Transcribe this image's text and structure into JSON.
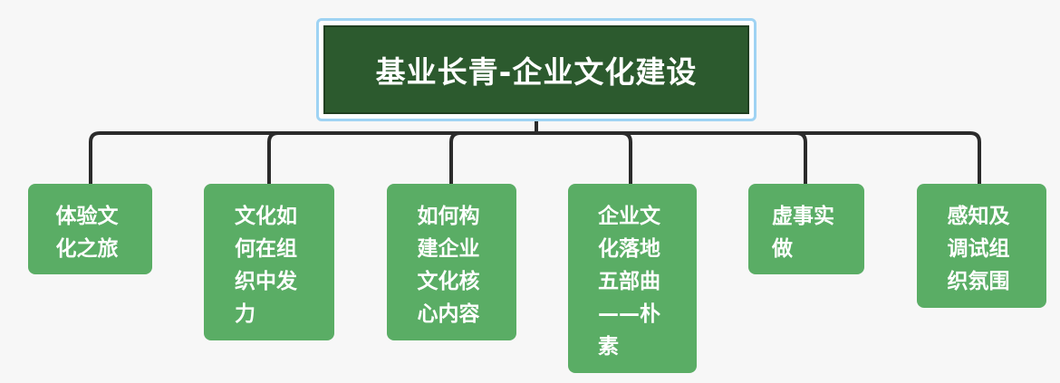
{
  "root": {
    "title": "基业长青-企业文化建设"
  },
  "children": [
    {
      "label": "体验文化之旅"
    },
    {
      "label": "文化如何在组织中发力"
    },
    {
      "label": "如何构建企业文化核心内容"
    },
    {
      "label": "企业文化落地五部曲——朴素"
    },
    {
      "label": "虚事实做"
    },
    {
      "label": "感知及调试组织氛围"
    }
  ],
  "colors": {
    "background": "#f7f7f7",
    "root_fill": "#2c5a2e",
    "root_outline": "#9fd3f3",
    "child_fill": "#5aad65",
    "connector": "#2b2b2b",
    "text": "#ffffff"
  }
}
